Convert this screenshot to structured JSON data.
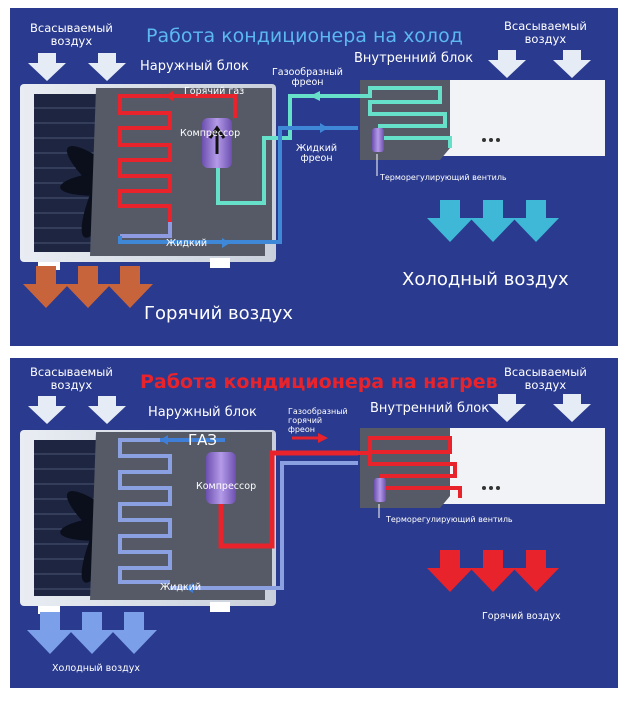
{
  "cooling": {
    "title": "Работа кондиционера на холод",
    "intake_left": "Всасываемый\nвоздух",
    "intake_right": "Всасываемый\nвоздух",
    "outdoor_unit": "Наружный блок",
    "indoor_unit": "Внутренний блок",
    "hot_gas": "Горячий газ",
    "compressor": "Компрессор",
    "gas_freon": "Газообразный\nфреон",
    "liquid_freon": "Жидкий\nфреон",
    "valve": "Терморегулирующий вентиль",
    "liquid": "Жидкий",
    "output_indoor": "Холодный воздух",
    "output_outdoor": "Горячий воздух",
    "colors": {
      "hot": "#e8232b",
      "cold": "#3fb8d8",
      "gas_line": "#66e0c8",
      "liquid_line": "#3f88d8"
    }
  },
  "heating": {
    "title": "Работа кондиционера на нагрев",
    "intake_left": "Всасываемый\nвоздух",
    "intake_right": "Всасываемый\nвоздух",
    "outdoor_unit": "Наружный блок",
    "indoor_unit": "Внутренний блок",
    "gas": "ГАЗ",
    "compressor": "Компрессор",
    "gas_freon": "Газообразный\nгорячий\nфреон",
    "valve": "Терморегулирующий вентиль",
    "liquid": "Жидкий",
    "output_indoor": "Горячий воздух",
    "output_outdoor": "Холодный воздух",
    "colors": {
      "hot": "#e8232b",
      "cold": "#7b9fe8",
      "coil": "#8aa0e0"
    }
  }
}
